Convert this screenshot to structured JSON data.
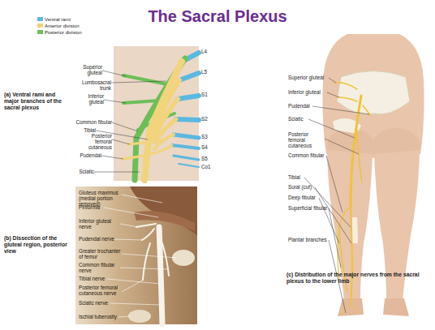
{
  "diagram": {
    "title": "The Sacral Plexus",
    "labels": [
      "L4",
      "L5",
      "S1",
      "S2",
      "S3",
      "S4",
      "S5",
      "Co1",
      "Superior gluteal",
      "Lumbosacral trunk",
      "Inferior gluteal",
      "Common fibular",
      "Tibial",
      "Posterior femoral cutaneous",
      "Pudendal",
      "Sciatic",
      "(a) Ventral rami and major branches of the sacral plexus",
      "Gluteus maximus (medial portion removed)",
      "Piriformis",
      "Inferior gluteal nerve",
      "Pudendal nerve",
      "Greater trochanter of femur",
      "Common fibular nerve",
      "Tibial nerve",
      "Posterior femoral cutaneous nerve",
      "Sciatic nerve",
      "Ischial tuberosity",
      "(b) Dissection of the gluteal region, posterior view",
      "Superior gluteal",
      "Inferior gluteal",
      "Pudendal",
      "Sciatic",
      "Posterior femoral cutaneous",
      "Common fibular",
      "Tibial",
      "Sural (cut)",
      "Deep fibular",
      "Superficial fibular",
      "Plantar branches",
      "(c) Distribution of the major nerves from the sacral plexus to the lower limb"
    ],
    "legend": [
      {
        "text": "Ventral rami",
        "color": "#5bb8e0"
      },
      {
        "text": "Anterior division",
        "color": "#f2d47c"
      },
      {
        "text": "Posterior division",
        "color": "#6cbf57"
      }
    ]
  }
}
